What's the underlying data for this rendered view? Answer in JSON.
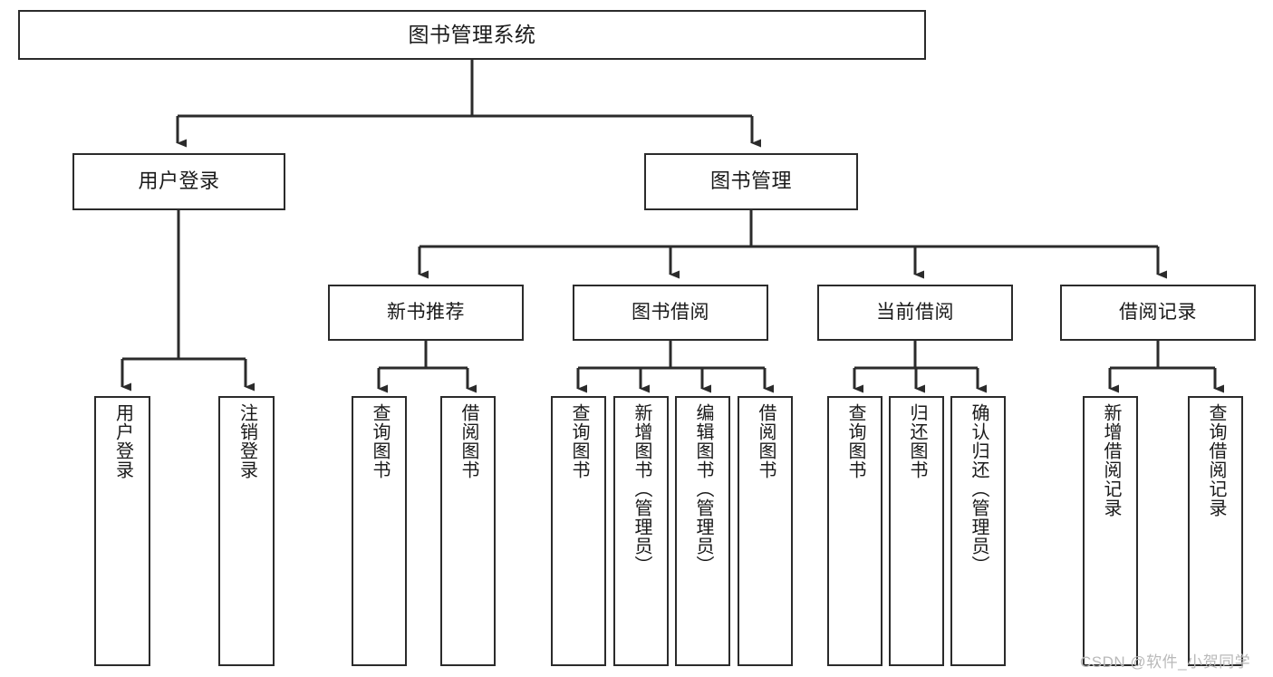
{
  "diagram": {
    "title": "图书管理系统",
    "watermark": "CSDN @软件_小贺同学",
    "line_color": "#2b2b2b",
    "box_border_color": "#2b2b2b",
    "box_fill_color": "#ffffff",
    "text_color": "#1a1a1a",
    "watermark_color": "#b9b9b9",
    "type": "tree-hierarchy",
    "nodes": {
      "root": {
        "label": "图书管理系统",
        "level": 0
      },
      "l1": [
        {
          "label": "用户登录",
          "level": 1
        },
        {
          "label": "图书管理",
          "level": 1
        }
      ],
      "l2": [
        {
          "label": "新书推荐",
          "level": 2,
          "parent": "图书管理"
        },
        {
          "label": "图书借阅",
          "level": 2,
          "parent": "图书管理"
        },
        {
          "label": "当前借阅",
          "level": 2,
          "parent": "图书管理"
        },
        {
          "label": "借阅记录",
          "level": 2,
          "parent": "图书管理"
        }
      ],
      "leaves": [
        {
          "label": "用户登录",
          "parent": "用户登录"
        },
        {
          "label": "注销登录",
          "parent": "用户登录"
        },
        {
          "label": "查询图书",
          "parent": "新书推荐"
        },
        {
          "label": "借阅图书",
          "parent": "新书推荐"
        },
        {
          "label": "查询图书",
          "parent": "图书借阅"
        },
        {
          "label": "新增图书（管理员）",
          "parent": "图书借阅"
        },
        {
          "label": "编辑图书（管理员）",
          "parent": "图书借阅"
        },
        {
          "label": "借阅图书",
          "parent": "图书借阅"
        },
        {
          "label": "查询图书",
          "parent": "当前借阅"
        },
        {
          "label": "归还图书",
          "parent": "当前借阅"
        },
        {
          "label": "确认归还（管理员）",
          "parent": "当前借阅"
        },
        {
          "label": "新增借阅记录",
          "parent": "借阅记录"
        },
        {
          "label": "查询借阅记录",
          "parent": "借阅记录"
        }
      ]
    }
  }
}
